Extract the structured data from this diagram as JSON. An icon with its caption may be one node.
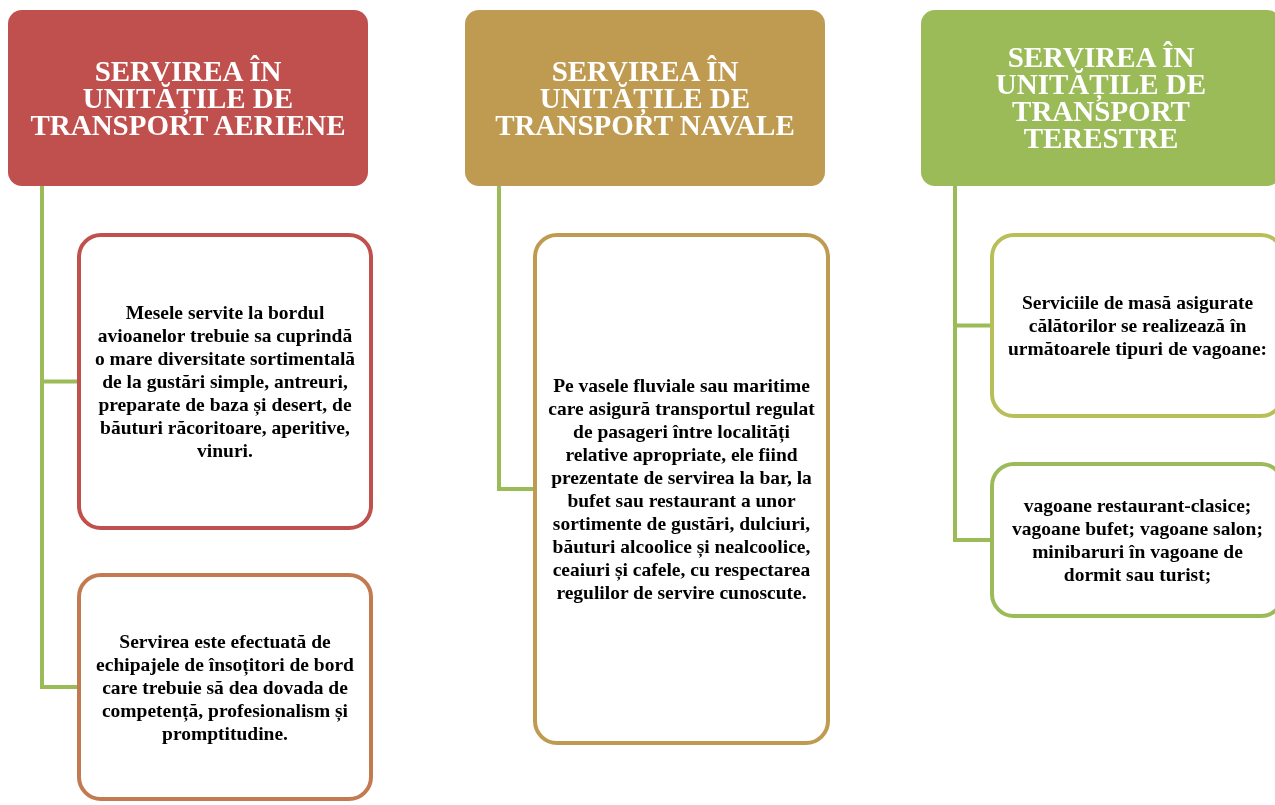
{
  "diagram": {
    "nodes": [
      {
        "text": [
          "SERVIREA ÎN UNITĂȚILE DE TRANSPORT AERIENE"
        ]
      },
      {
        "text": [
          "Mesele servite la bordul avioanelor trebuie sa cuprindă o mare diversitate sortimentală de la gustări simple, antreuri, preparate de baza și desert, de băuturi răcoritoare, aperitive, vinuri."
        ]
      },
      {
        "text": [
          "Servirea este efectuată de echipajele de însoțitori de bord care trebuie să dea dovada de competență, profesionalism și promptitudine."
        ]
      },
      {
        "text": [
          "SERVIREA ÎN UNITĂȚILE DE TRANSPORT NAVALE"
        ]
      },
      {
        "text": [
          "Pe vasele fluviale sau maritime care asigură transportul regulat de pasageri între localități relative apropriate, ele fiind prezentate de servirea la bar, la bufet sau restaurant a unor sortimente de gustări, dulciuri, băuturi alcoolice și nealcoolice, ceaiuri și cafele, cu respectarea regulilor de servire cunoscute."
        ]
      },
      {
        "text": [
          "SERVIREA ÎN UNITĂȚILE DE TRANSPORT TERESTRE"
        ]
      },
      {
        "text": [
          "Serviciile de masă asigurate călătorilor se realizează în următoarele tipuri de vagoane:"
        ]
      },
      {
        "text": [
          "vagoane restaurant-clasice; vagoane bufet; vagoane salon; minibaruri în vagoane de dormit sau turist;"
        ]
      }
    ],
    "edges": [
      {
        "from": 0,
        "to": 1,
        "arrow": "none"
      },
      {
        "from": 0,
        "to": 2,
        "arrow": "none"
      },
      {
        "from": 3,
        "to": 4,
        "arrow": "none"
      },
      {
        "from": 5,
        "to": 6,
        "arrow": "none"
      },
      {
        "from": 5,
        "to": 7,
        "arrow": "none"
      }
    ]
  }
}
